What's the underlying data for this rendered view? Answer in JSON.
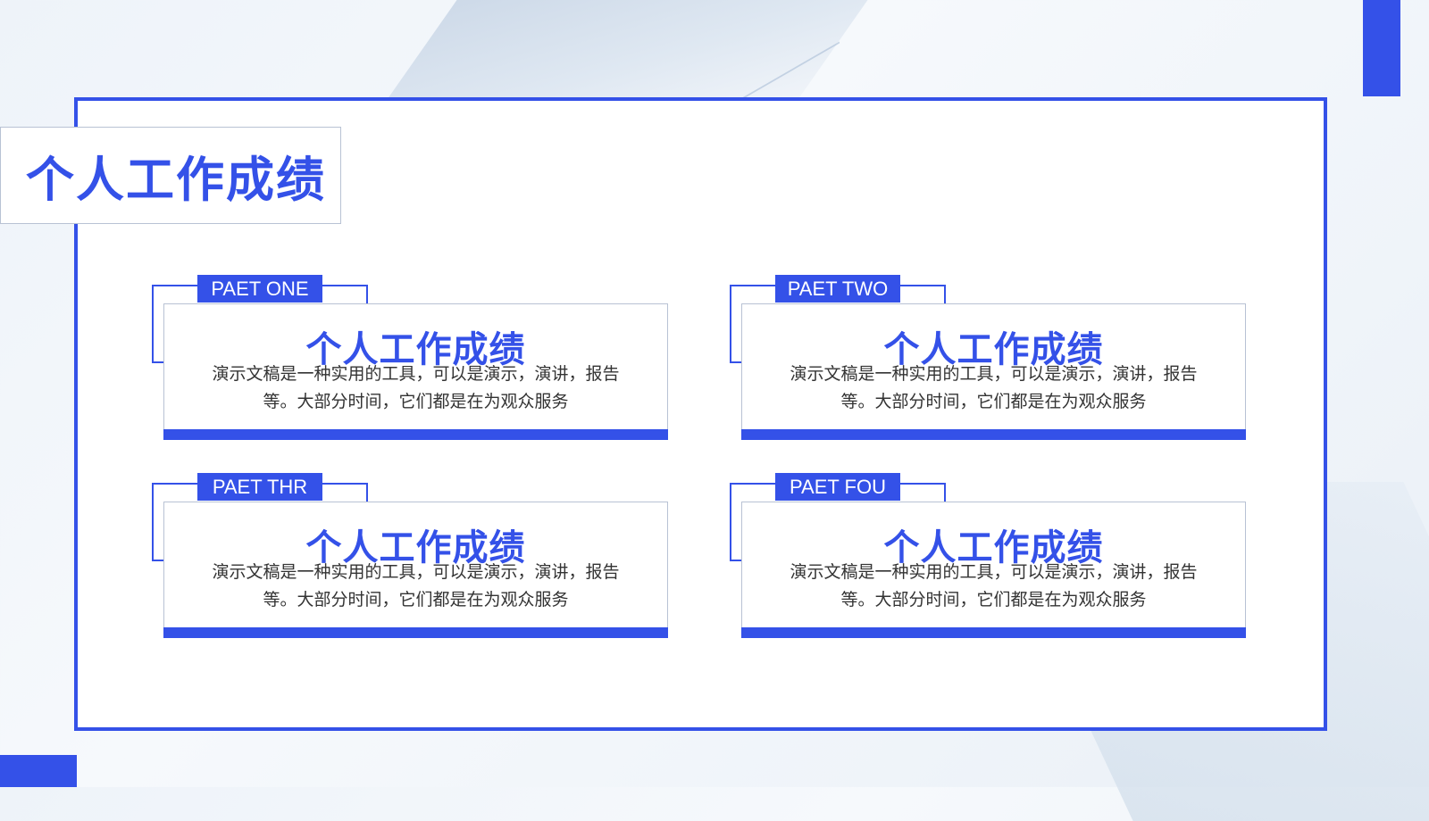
{
  "page": {
    "title": "个人工作成绩"
  },
  "colors": {
    "accent": "#3451e8",
    "text": "#333333"
  },
  "cards": [
    {
      "tag": "PAET ONE",
      "title": "个人工作成绩",
      "desc": "演示文稿是一种实用的工具，可以是演示，演讲，报告等。大部分时间，它们都是在为观众服务"
    },
    {
      "tag": "PAET TWO",
      "title": "个人工作成绩",
      "desc": "演示文稿是一种实用的工具，可以是演示，演讲，报告等。大部分时间，它们都是在为观众服务"
    },
    {
      "tag": "PAET THR",
      "title": "个人工作成绩",
      "desc": "演示文稿是一种实用的工具，可以是演示，演讲，报告等。大部分时间，它们都是在为观众服务"
    },
    {
      "tag": "PAET FOU",
      "title": "个人工作成绩",
      "desc": "演示文稿是一种实用的工具，可以是演示，演讲，报告等。大部分时间，它们都是在为观众服务"
    }
  ]
}
